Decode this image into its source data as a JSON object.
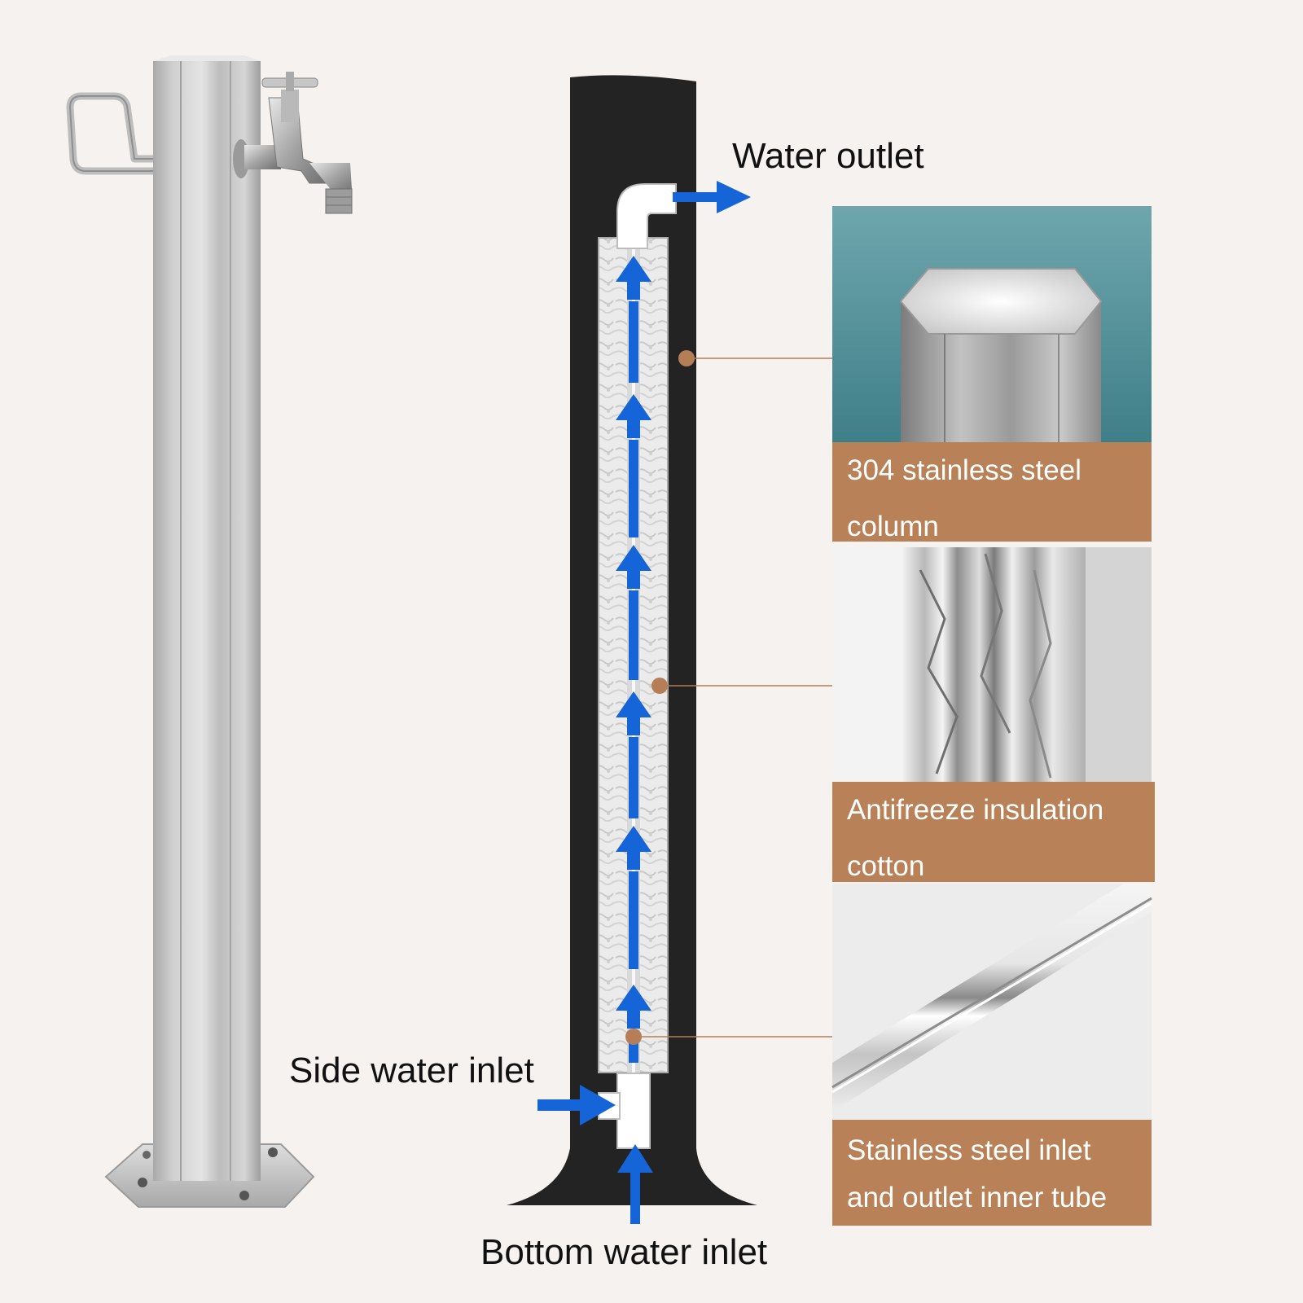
{
  "labels": {
    "water_outlet": "Water outlet",
    "side_inlet": "Side water inlet",
    "bottom_inlet": "Bottom water inlet"
  },
  "captions": [
    {
      "line1": "304 stainless steel",
      "line2": "column"
    },
    {
      "line1": "Antifreeze insulation",
      "line2": "cotton"
    },
    {
      "line1": "Stainless steel inlet",
      "line2": "and outlet inner tube"
    }
  ],
  "colors": {
    "background": "#f6f2ef",
    "column_body": "#232323",
    "flow_arrow": "#1565d8",
    "caption_box": "#b88157",
    "caption_text": "#ffffff",
    "callout_dot": "#b57e56"
  },
  "icons": [
    "faucet-icon",
    "hose-hook-icon",
    "flow-arrow-icon"
  ]
}
